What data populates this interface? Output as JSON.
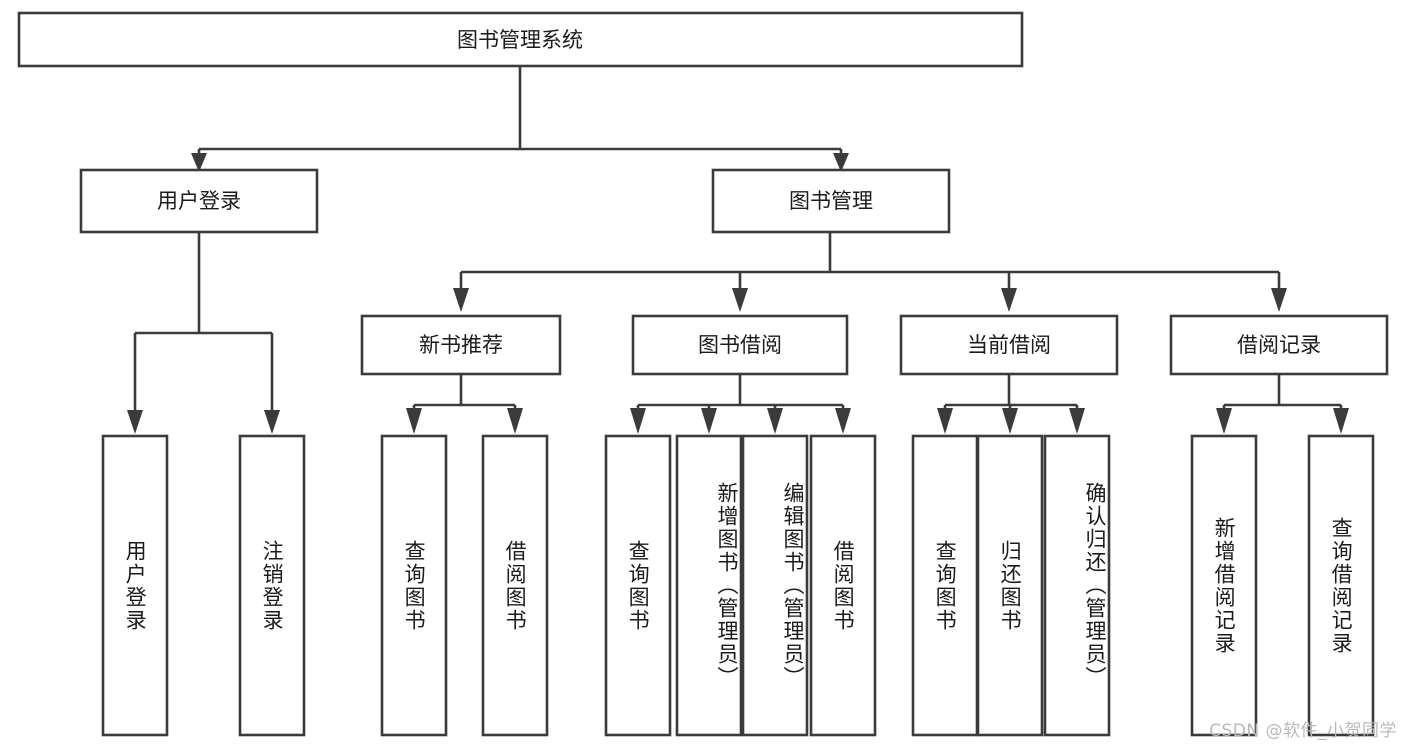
{
  "diagram": {
    "type": "tree-hierarchy",
    "title": "图书管理系统",
    "orientation": "top-down",
    "colors": {
      "background": "#ffffff",
      "box_fill": "#ffffff",
      "box_stroke": "#3b3b3b",
      "text": "#1b1b1b",
      "watermark": "#b9b9b9"
    },
    "root": {
      "label": "图书管理系统",
      "text_orientation": "horizontal"
    },
    "level2": [
      {
        "label": "用户登录",
        "text_orientation": "horizontal"
      },
      {
        "label": "图书管理",
        "text_orientation": "horizontal"
      }
    ],
    "level3": [
      {
        "label": "新书推荐",
        "text_orientation": "horizontal"
      },
      {
        "label": "图书借阅",
        "text_orientation": "horizontal"
      },
      {
        "label": "当前借阅",
        "text_orientation": "horizontal"
      },
      {
        "label": "借阅记录",
        "text_orientation": "horizontal"
      }
    ],
    "leaves": {
      "user_login": [
        {
          "label": "用户登录",
          "text_orientation": "vertical"
        },
        {
          "label": "注销登录",
          "text_orientation": "vertical"
        }
      ],
      "new_book_recommend": [
        {
          "label": "查询图书",
          "text_orientation": "vertical"
        },
        {
          "label": "借阅图书",
          "text_orientation": "vertical"
        }
      ],
      "book_borrow": [
        {
          "label": "查询图书",
          "text_orientation": "vertical"
        },
        {
          "label": "新增图书（管理员）",
          "text_orientation": "vertical"
        },
        {
          "label": "编辑图书（管理员）",
          "text_orientation": "vertical"
        },
        {
          "label": "借阅图书",
          "text_orientation": "vertical"
        }
      ],
      "current_borrow": [
        {
          "label": "查询图书",
          "text_orientation": "vertical"
        },
        {
          "label": "归还图书",
          "text_orientation": "vertical"
        },
        {
          "label": "确认归还（管理员）",
          "text_orientation": "vertical"
        }
      ],
      "borrow_record": [
        {
          "label": "新增借阅记录",
          "text_orientation": "vertical"
        },
        {
          "label": "查询借阅记录",
          "text_orientation": "vertical"
        }
      ]
    },
    "watermark": "CSDN @软件_小贺同学"
  }
}
